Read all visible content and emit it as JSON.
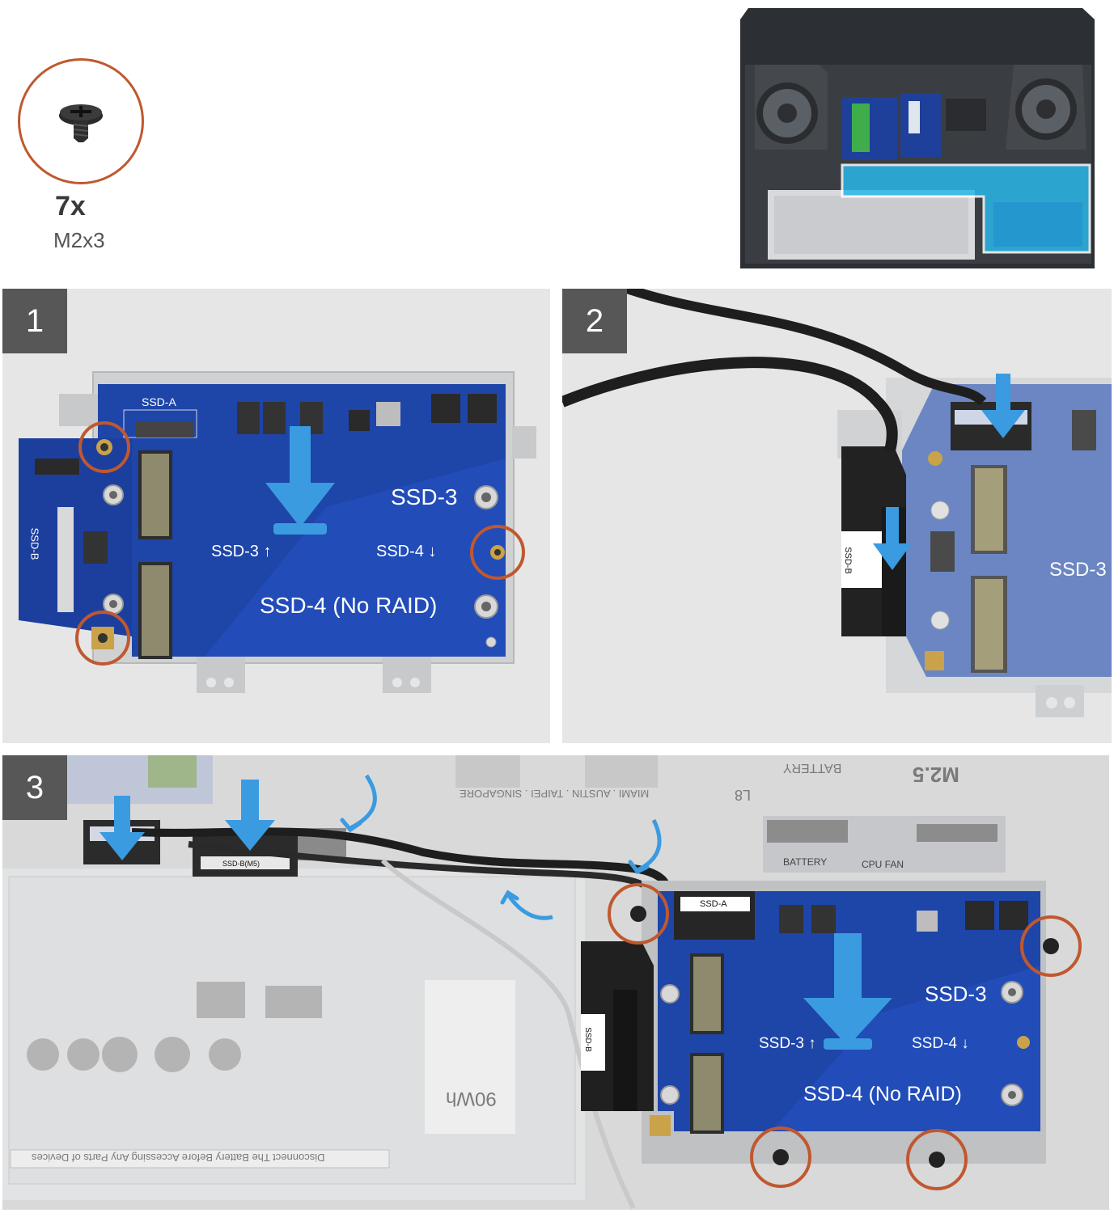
{
  "colors": {
    "board_blue": "#1e45a8",
    "board_blue_faded": "#6b86c2",
    "arrow_blue": "#3a9be0",
    "callout_orange": "#c0582f",
    "highlight_cyan": "#29b6e8",
    "step_badge": "#575757",
    "panel_bg": "#e6e6e6"
  },
  "screw": {
    "quantity": "7x",
    "size": "M2x3",
    "icon": "screw-icon"
  },
  "steps": [
    {
      "number": "1"
    },
    {
      "number": "2"
    },
    {
      "number": "3"
    }
  ],
  "panel1": {
    "ssd_a": "SSD-A",
    "ssd_b": "SSD-B",
    "ssd3_big": "SSD-3",
    "ssd3_small": "SSD-3 ↑",
    "ssd4_small": "SSD-4 ↓",
    "ssd4_noraid": "SSD-4  (No  RAID)"
  },
  "panel2": {
    "ssd3": "SSD-3",
    "ssd_b_tag": "SSD-B"
  },
  "panel3": {
    "ssd_a_tag": "SSD-A",
    "ssd_b_tag": "SSD-B",
    "ssd_b_m5": "SSD-B(M5)",
    "ssd3_big": "SSD-3",
    "ssd3_small": "SSD-3 ↑",
    "ssd4_small": "SSD-4 ↓",
    "ssd4_noraid": "SSD-4  (No  RAID)",
    "battery_lbl": "BATTERY",
    "cpu_fan_lbl": "CPU FAN",
    "m25_lbl": "M2.5",
    "battery_rev": "BATTERY",
    "l8_lbl": "L8",
    "cities": "MIAMI . AUSTIN . TAIPEI . SINGAPORE",
    "battery_warning": "Disconnect The Battery Before Accessing Any Parts of Devices",
    "wh_lbl": "90Wh"
  }
}
